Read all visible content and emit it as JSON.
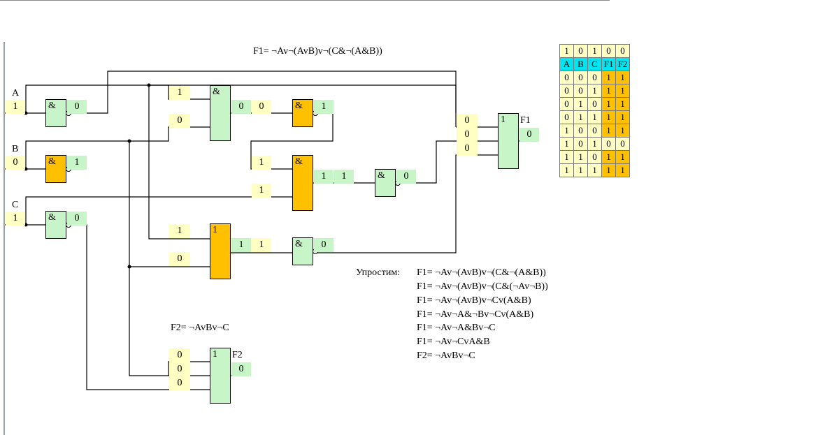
{
  "formula_f1": "F1= ¬Av¬(AvB)v¬(C&¬(A&B))",
  "formula_f2": "F2= ¬AvBv¬C",
  "inputs": {
    "A": {
      "label": "A",
      "value": "1"
    },
    "B": {
      "label": "B",
      "value": "0"
    },
    "C": {
      "label": "C",
      "value": "1"
    }
  },
  "gate_symbols": {
    "and": "&",
    "or": "1"
  },
  "gates": {
    "g1": {
      "symbol": "&",
      "output": "0"
    },
    "g2": {
      "symbol": "&",
      "output": "1"
    },
    "g3": {
      "symbol": "&",
      "output": "0"
    },
    "g4": {
      "symbol": "&",
      "inputs": [
        "1",
        "0"
      ],
      "output": "0"
    },
    "g5": {
      "symbol": "&",
      "input": "0",
      "output": "1"
    },
    "g6": {
      "symbol": "&",
      "inputs": [
        "1",
        "1"
      ],
      "output": "1"
    },
    "g7": {
      "symbol": "&",
      "input": "1",
      "output": "0"
    },
    "g8": {
      "symbol": "1",
      "inputs": [
        "1",
        "0"
      ],
      "output": "1"
    },
    "g9": {
      "symbol": "&",
      "input": "1",
      "output": "0"
    },
    "f1": {
      "symbol": "1",
      "name": "F1",
      "inputs": [
        "0",
        "0",
        "0"
      ],
      "output": "0"
    },
    "f2": {
      "symbol": "1",
      "name": "F2",
      "inputs": [
        "0",
        "0",
        "0"
      ],
      "output": "0"
    }
  },
  "truth_table": {
    "current": [
      "1",
      "0",
      "1",
      "0",
      "0"
    ],
    "headers": [
      "A",
      "B",
      "C",
      "F1",
      "F2"
    ],
    "rows": [
      [
        "0",
        "0",
        "0",
        "1",
        "1"
      ],
      [
        "0",
        "0",
        "1",
        "1",
        "1"
      ],
      [
        "0",
        "1",
        "0",
        "1",
        "1"
      ],
      [
        "0",
        "1",
        "1",
        "1",
        "1"
      ],
      [
        "1",
        "0",
        "0",
        "1",
        "1"
      ],
      [
        "1",
        "0",
        "1",
        "0",
        "0"
      ],
      [
        "1",
        "1",
        "0",
        "1",
        "1"
      ],
      [
        "1",
        "1",
        "1",
        "1",
        "1"
      ]
    ],
    "colors": {
      "header": "#00e5f0",
      "result": "#ffc000",
      "input": "#ffffc4"
    }
  },
  "simplification": {
    "label": "Упростим:",
    "lines": [
      "F1= ¬Av¬(AvB)v¬(C&¬(A&B))",
      "F1= ¬Av¬(AvB)v¬(C&(¬Av¬B))",
      "F1= ¬Av¬(AvB)v¬Cv(A&B)",
      "F1= ¬Av¬A&¬Bv¬Cv(A&B)",
      "F1= ¬Av¬A&Bv¬C",
      "F1= ¬Av¬CvA&B",
      "F2= ¬AvBv¬C"
    ]
  },
  "colors": {
    "gate_active": "#ffc000",
    "gate_idle": "#c8f5c8",
    "input_box": "#ffffc4",
    "output_box": "#c8f5c8"
  }
}
